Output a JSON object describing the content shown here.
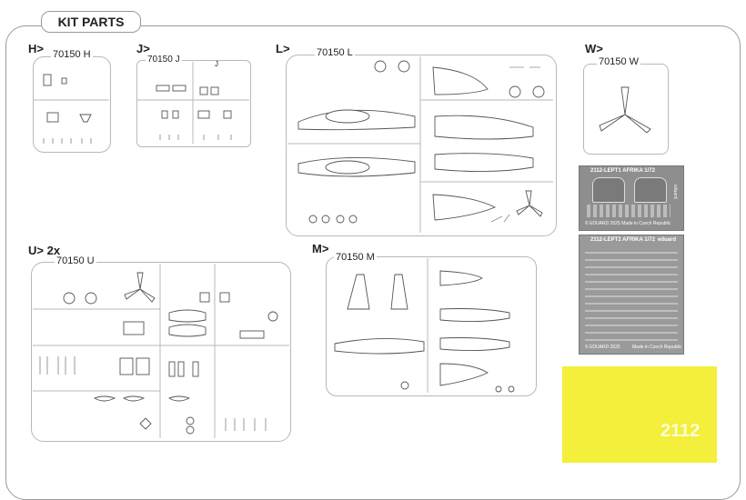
{
  "header": {
    "title": "KIT PARTS"
  },
  "sprues": {
    "H": {
      "label": "H>",
      "code": "70150 H"
    },
    "J": {
      "label": "J>",
      "code": "70150 J",
      "mark": "J"
    },
    "L": {
      "label": "L>",
      "code": "70150 L"
    },
    "W": {
      "label": "W>",
      "code": "70150 W"
    },
    "U": {
      "label": "U> 2x",
      "code": "70150 U"
    },
    "M": {
      "label": "M>",
      "code": "70150 M"
    }
  },
  "photo_etch": {
    "fret1": {
      "title": "2112-LEPT1  AFRIKA   1/72",
      "footer": "© EDUARD 2025    Made in Czech Republic",
      "side": "eduard"
    },
    "fret2": {
      "title": "2112-LEPT2  AFRIKA   1/72",
      "brand": "eduard",
      "footer": "© EDUARD 2025",
      "footer_right": "Made in Czech Republic"
    }
  },
  "mask": {
    "text": "2112"
  },
  "colors": {
    "border": "#9a9a9a",
    "pe_fret": "#8e8e8e",
    "mask": "#f3ef3a"
  }
}
